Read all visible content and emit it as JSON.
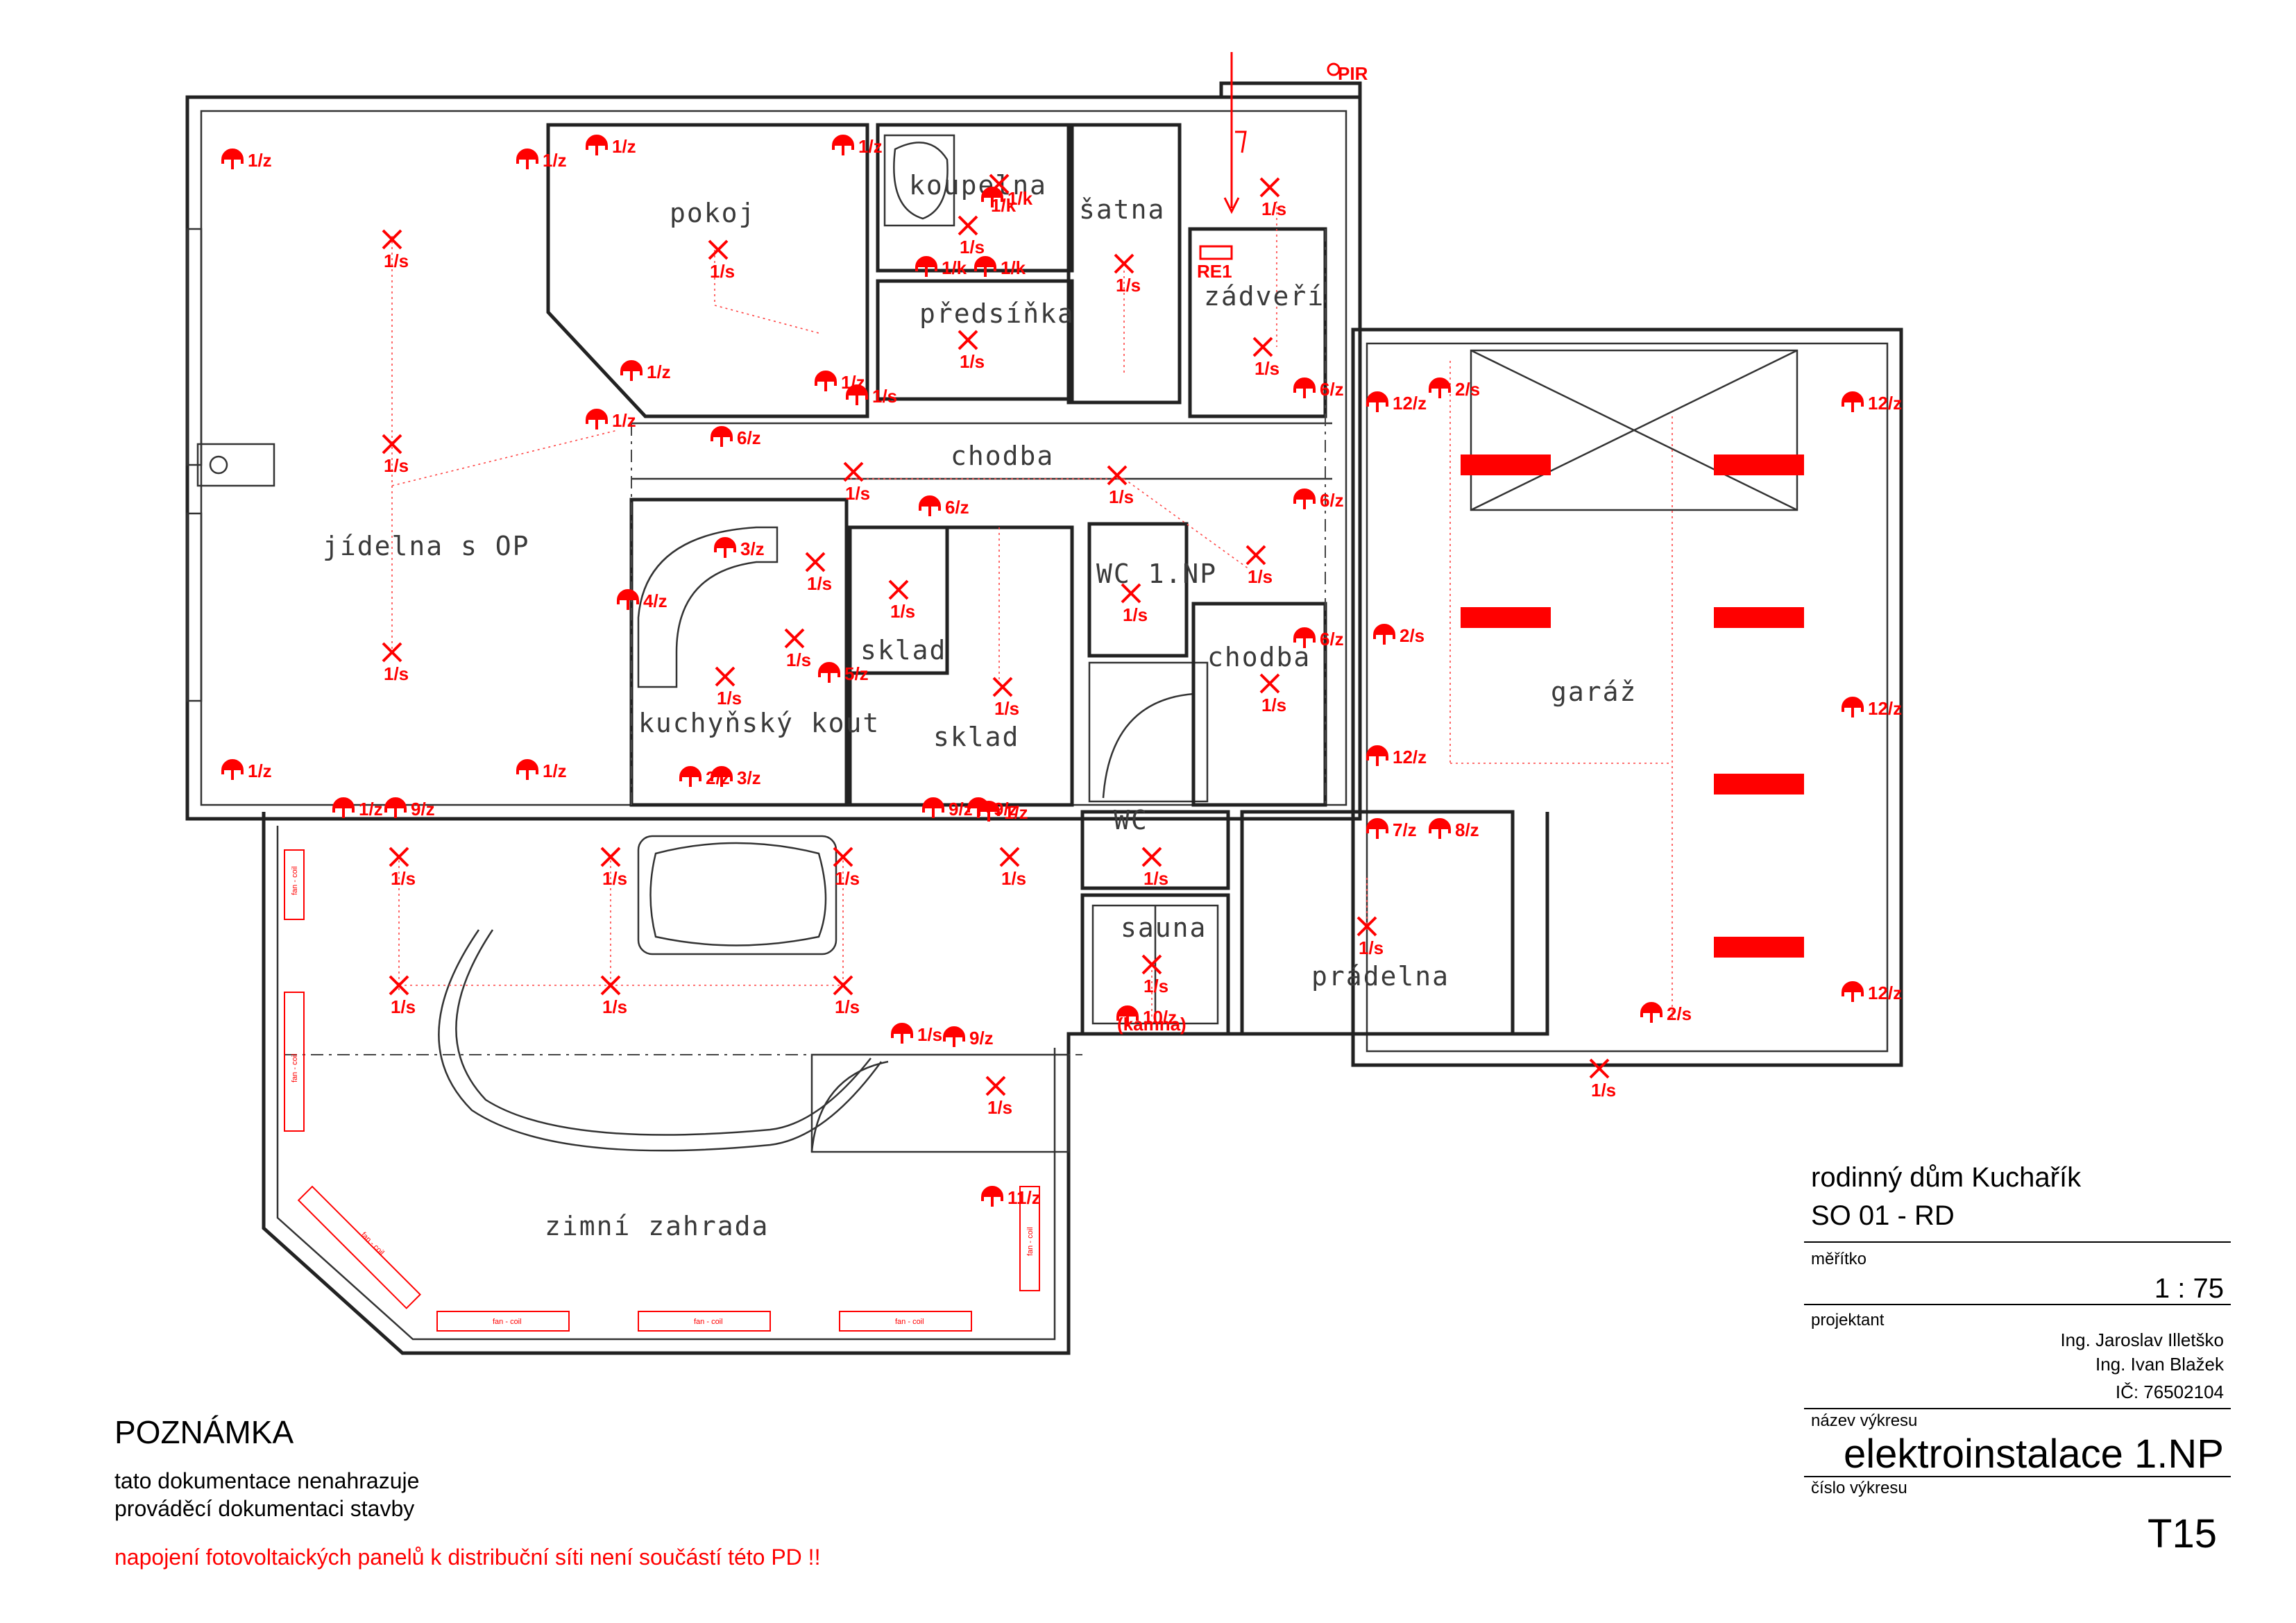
{
  "drawing": {
    "rooms": [
      {
        "id": "pokoj",
        "label": "pokoj"
      },
      {
        "id": "koupelna",
        "label": "koupelna"
      },
      {
        "id": "satna",
        "label": "šatna"
      },
      {
        "id": "predsinka",
        "label": "předsíňka"
      },
      {
        "id": "zadveri",
        "label": "zádveří"
      },
      {
        "id": "jidelna",
        "label": "jídelna s OP"
      },
      {
        "id": "chodba1",
        "label": "chodba"
      },
      {
        "id": "chodba2",
        "label": "chodba"
      },
      {
        "id": "wc1",
        "label": "WC 1.NP"
      },
      {
        "id": "sklad1",
        "label": "sklad"
      },
      {
        "id": "sklad2",
        "label": "sklad"
      },
      {
        "id": "kuchynsky",
        "label": "kuchyňský kout"
      },
      {
        "id": "garaz",
        "label": "garáž"
      },
      {
        "id": "wc2",
        "label": "WC"
      },
      {
        "id": "sauna",
        "label": "sauna"
      },
      {
        "id": "pradelna",
        "label": "prádelna"
      },
      {
        "id": "zimni",
        "label": "zimní zahrada"
      }
    ],
    "labels": {
      "pir": "PIR",
      "re1": "RE1",
      "kamna": "(kamna)",
      "fan_coil": "fan - coil"
    },
    "symbols": [
      {
        "kind": "x",
        "label": "1/s"
      },
      {
        "kind": "x",
        "label": "1/s"
      },
      {
        "kind": "x",
        "label": "1/s"
      },
      {
        "kind": "x",
        "label": "1/s"
      },
      {
        "kind": "x",
        "label": "1/k"
      },
      {
        "kind": "x",
        "label": "1/s"
      },
      {
        "kind": "x",
        "label": "1/s"
      },
      {
        "kind": "x",
        "label": "1/s"
      },
      {
        "kind": "x",
        "label": "1/s"
      },
      {
        "kind": "x",
        "label": "1/s"
      },
      {
        "kind": "x",
        "label": "1/s"
      },
      {
        "kind": "x",
        "label": "1/s"
      },
      {
        "kind": "x",
        "label": "1/s"
      },
      {
        "kind": "x",
        "label": "1/s"
      },
      {
        "kind": "x",
        "label": "1/s"
      },
      {
        "kind": "x",
        "label": "1/s"
      },
      {
        "kind": "x",
        "label": "1/s"
      },
      {
        "kind": "x",
        "label": "1/s"
      },
      {
        "kind": "x",
        "label": "1/s"
      },
      {
        "kind": "x",
        "label": "1/s"
      },
      {
        "kind": "x",
        "label": "1/s"
      },
      {
        "kind": "x",
        "label": "1/s"
      },
      {
        "kind": "x",
        "label": "1/s"
      },
      {
        "kind": "x",
        "label": "1/s"
      },
      {
        "kind": "x",
        "label": "1/s"
      },
      {
        "kind": "x",
        "label": "1/s"
      },
      {
        "kind": "x",
        "label": "1/s"
      },
      {
        "kind": "x",
        "label": "1/s"
      },
      {
        "kind": "x",
        "label": "1/s"
      },
      {
        "kind": "x",
        "label": "1/s"
      },
      {
        "kind": "x",
        "label": "1/s"
      },
      {
        "kind": "x",
        "label": "1/s"
      }
    ],
    "outlet_labels": [
      "1/z",
      "1/z",
      "1/z",
      "1/z",
      "1/z",
      "1/z",
      "1/z",
      "1/z",
      "1/z",
      "1/z",
      "1/z",
      "6/z",
      "6/z",
      "6/z",
      "6/z",
      "6/z",
      "3/z",
      "4/z",
      "5/z",
      "2/z",
      "3/z",
      "9/z",
      "9/z",
      "9/z",
      "9/z",
      "12/z",
      "12/z",
      "12/z",
      "12/z",
      "12/z",
      "2/s",
      "2/s",
      "2/s",
      "7/z",
      "8/z",
      "10/z",
      "11/z",
      "1/k",
      "1/k",
      "1/k",
      "1/s",
      "1/s"
    ]
  },
  "title_block": {
    "project": "rodinný dům Kuchařík",
    "object": "SO 01 - RD",
    "scale_label": "měřítko",
    "scale": "1 : 75",
    "designer_label": "projektant",
    "designer1": "Ing. Jaroslav Illetško",
    "designer2": "Ing. Ivan Blažek",
    "ic": "IČ: 76502104",
    "drawing_name_label": "název výkresu",
    "drawing_name": "elektroinstalace  1.NP",
    "drawing_number_label": "číslo výkresu",
    "drawing_number": "T15"
  },
  "note": {
    "heading": "POZNÁMKA",
    "line1": "tato dokumentace nenahrazuje",
    "line2": "prováděcí dokumentaci stavby",
    "warning": "napojení fotovoltaických panelů k distribuční síti není součástí této PD !!"
  },
  "colors": {
    "symbols": "#ff0000",
    "walls": "#222222",
    "background": "#ffffff"
  }
}
